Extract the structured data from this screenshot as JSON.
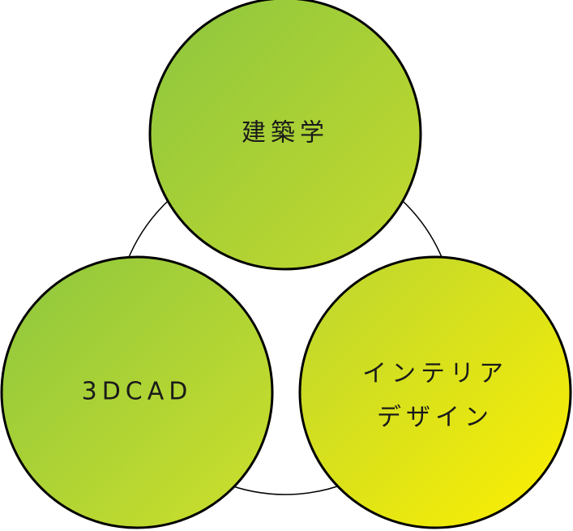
{
  "diagram": {
    "type": "three-circle-cycle",
    "nodes": [
      {
        "id": "architecture",
        "label": "建築学",
        "lines": [
          "建築学"
        ]
      },
      {
        "id": "3dcad",
        "label": "3DCAD",
        "lines": [
          "3DCAD"
        ]
      },
      {
        "id": "interior-design",
        "label": "インテリアデザイン",
        "lines": [
          "インテリア",
          "デザイン"
        ]
      }
    ],
    "colors": {
      "ring_stroke": "#000000",
      "circle_stroke": "#000000",
      "gradient_green": "#8cc63f",
      "gradient_yellow": "#fff000",
      "label_text": "#1a1a1a"
    }
  }
}
